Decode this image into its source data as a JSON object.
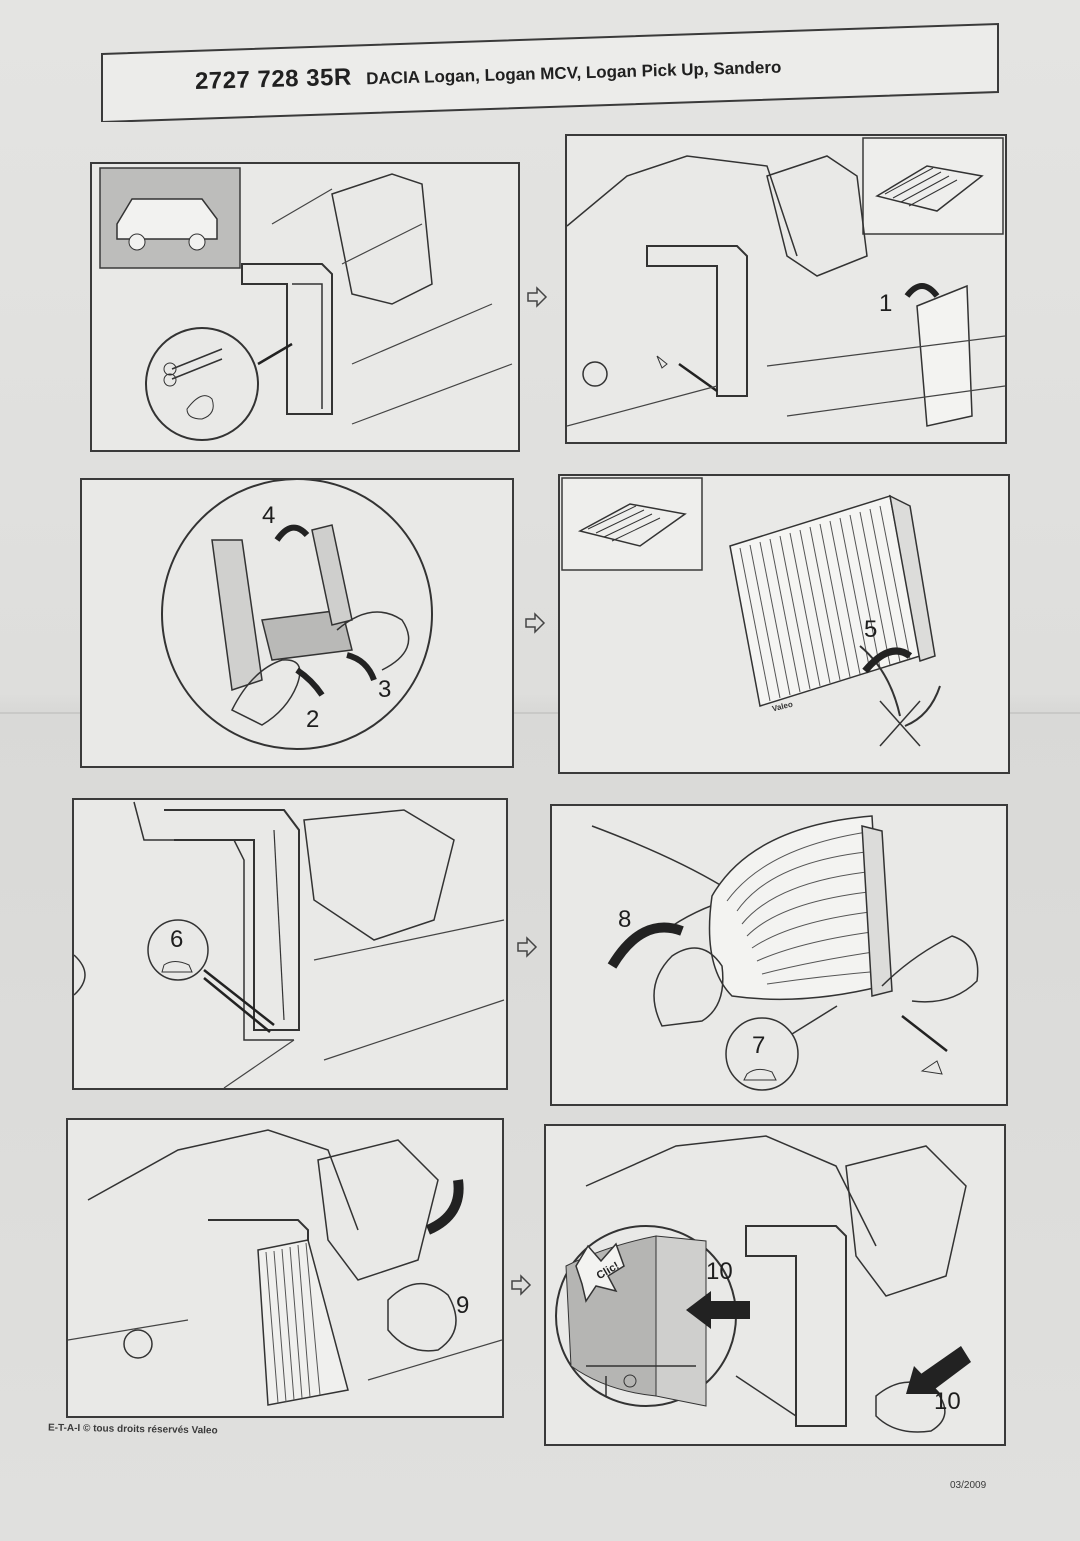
{
  "header": {
    "part_number": "2727 728 35R",
    "models": "DACIA Logan, Logan MCV, Logan Pick Up, Sandero"
  },
  "steps": {
    "s1": "1",
    "s2": "2",
    "s3": "3",
    "s4": "4",
    "s5": "5",
    "s6": "6",
    "s7": "7",
    "s8": "8",
    "s9": "9",
    "s10a": "10",
    "s10b": "10",
    "clic": "Clic!",
    "valeo_mark": "Valeo"
  },
  "footer": {
    "copyright": "E-T-A-I © tous droits réservés Valeo",
    "date": "03/2009"
  },
  "colors": {
    "line": "#3a3a3a",
    "paper": "#e9e9e7",
    "shading": "#8a8a88"
  }
}
